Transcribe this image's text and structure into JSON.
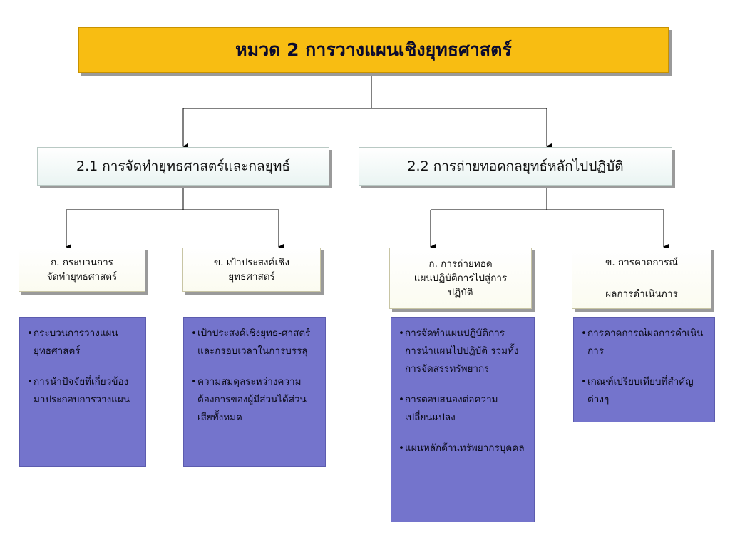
{
  "title": "หมวด 2 การวางแผนเชิงยุทธศาสตร์",
  "sections": [
    {
      "label": "2.1 การจัดทำยุทธศาสตร์และกลยุทธ์",
      "subs": [
        {
          "lines": [
            "ก. กระบวนการ",
            "จัดทำยุทธศาสตร์"
          ],
          "bullets": [
            "กระบวนการวางแผนยุทธศาสตร์",
            "การนำปัจจัยที่เกี่ยวข้องมาประกอบการวางแผน"
          ]
        },
        {
          "lines": [
            "ข. เป้าประสงค์เชิง",
            "ยุทธศาสตร์"
          ],
          "bullets": [
            "เป้าประสงค์เชิงยุทธ-ศาสตร์และกรอบเวลาในการบรรลุ",
            "ความสมดุลระหว่างความต้องการของผู้มีส่วนได้ส่วนเสียทั้งหมด"
          ]
        }
      ]
    },
    {
      "label": "2.2 การถ่ายทอดกลยุทธ์หลักไปปฏิบัติ",
      "subs": [
        {
          "lines": [
            "ก. การถ่ายทอด",
            "แผนปฏิบัติการไปสู่การ",
            "ปฏิบัติ"
          ],
          "bullets": [
            "การจัดทำแผนปฏิบัติการ การนำแผนไปปฏิบัติ รวมทั้งการจัดสรรทรัพยากร",
            "การตอบสนองต่อความเปลี่ยนแปลง",
            "แผนหลักด้านทรัพยากรบุคคล"
          ]
        },
        {
          "lines": [
            "ข. การคาดการณ์",
            "ผลการดำเนินการ"
          ],
          "bullets": [
            "การคาดการณ์ผลการดำเนินการ",
            "เกณฑ์เปรียบเทียบที่สำคัญต่างๆ"
          ]
        }
      ]
    }
  ]
}
